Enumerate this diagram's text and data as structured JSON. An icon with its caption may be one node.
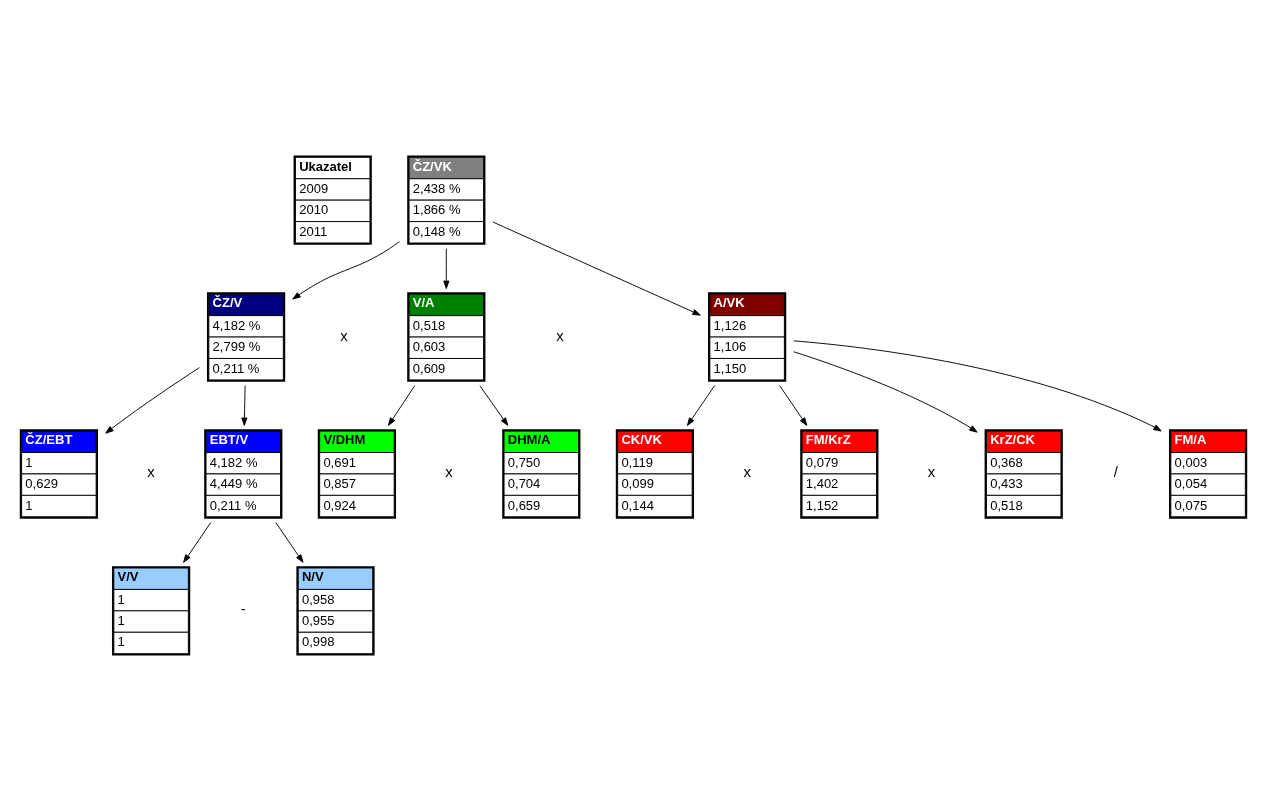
{
  "diagram": {
    "nodes": [
      {
        "text": [
          "Ukazatel",
          "2009",
          "2010",
          "2011"
        ]
      },
      {
        "text": [
          "ČZ/VK",
          "2,438 %",
          "1,866 %",
          "0,148 %"
        ]
      },
      {
        "text": [
          "ČZ/V",
          "4,182 %",
          "2,799 %",
          "0,211 %"
        ]
      },
      {
        "text": [
          "V/A",
          "0,518",
          "0,603",
          "0,609"
        ]
      },
      {
        "text": [
          "A/VK",
          "1,126",
          "1,106",
          "1,150"
        ]
      },
      {
        "text": [
          "ČZ/EBT",
          "1",
          "0,629",
          "1"
        ]
      },
      {
        "text": [
          "EBT/V",
          "4,182 %",
          "4,449 %",
          "0,211 %"
        ]
      },
      {
        "text": [
          "V/DHM",
          "0,691",
          "0,857",
          "0,924"
        ]
      },
      {
        "text": [
          "DHM/A",
          "0,750",
          "0,704",
          "0,659"
        ]
      },
      {
        "text": [
          "CK/VK",
          "0,119",
          "0,099",
          "0,144"
        ]
      },
      {
        "text": [
          "FM/KrZ",
          "0,079",
          "1,402",
          "1,152"
        ]
      },
      {
        "text": [
          "KrZ/CK",
          "0,368",
          "0,433",
          "0,518"
        ]
      },
      {
        "text": [
          "FM/A",
          "0,003",
          "0,054",
          "0,075"
        ]
      },
      {
        "text": [
          "V/V",
          "1",
          "1",
          "1"
        ]
      },
      {
        "text": [
          "N/V",
          "0,958",
          "0,955",
          "0,998"
        ]
      }
    ],
    "edges": [
      {
        "from": 1,
        "to": 2,
        "arrow": "to"
      },
      {
        "from": 1,
        "to": 3,
        "arrow": "to"
      },
      {
        "from": 1,
        "to": 4,
        "arrow": "to"
      },
      {
        "from": 2,
        "to": 5,
        "arrow": "to"
      },
      {
        "from": 2,
        "to": 6,
        "arrow": "to"
      },
      {
        "from": 3,
        "to": 7,
        "arrow": "to"
      },
      {
        "from": 3,
        "to": 8,
        "arrow": "to"
      },
      {
        "from": 4,
        "to": 9,
        "arrow": "to"
      },
      {
        "from": 4,
        "to": 10,
        "arrow": "to"
      },
      {
        "from": 4,
        "to": 11,
        "arrow": "to"
      },
      {
        "from": 4,
        "to": 12,
        "arrow": "to"
      },
      {
        "from": 6,
        "to": 13,
        "arrow": "to"
      },
      {
        "from": 6,
        "to": 14,
        "arrow": "to"
      }
    ],
    "labels": [
      "x",
      "x",
      "x",
      "x",
      "x",
      "x",
      "/",
      "-"
    ]
  }
}
